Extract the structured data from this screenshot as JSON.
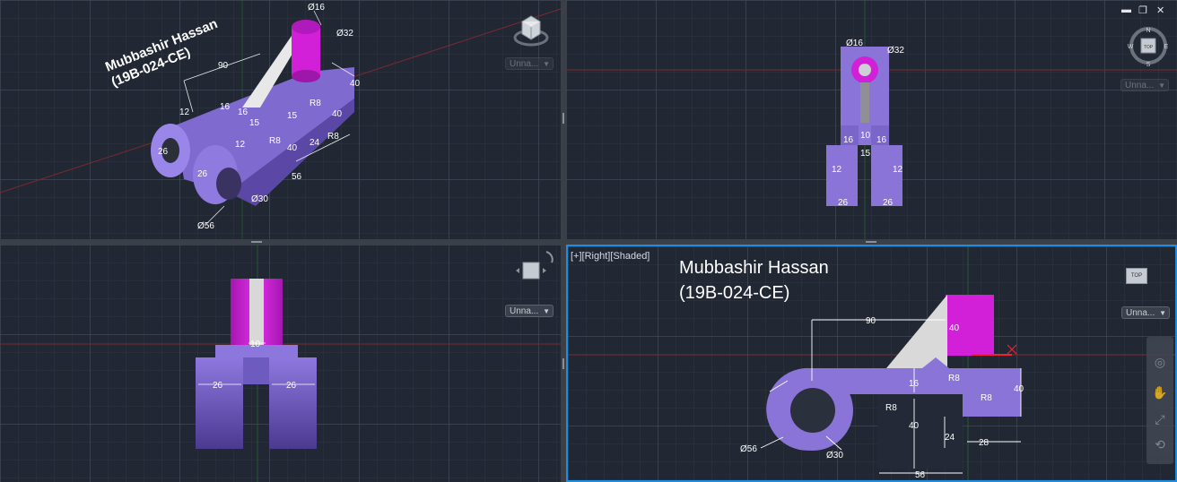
{
  "viewports": {
    "top_left": {
      "view_dropdown": "Unna...",
      "watermark_name": "Mubbashir Hassan",
      "watermark_id": "(19B-024-CE)",
      "dims": [
        "Ø16",
        "Ø32",
        "90",
        "40",
        "R8",
        "16",
        "15",
        "12",
        "R8",
        "15",
        "R8",
        "24",
        "40",
        "26",
        "26",
        "40",
        "56",
        "Ø30",
        "Ø56",
        "16",
        "12"
      ]
    },
    "top_right": {
      "view_dropdown": "Unna...",
      "compass": {
        "n": "N",
        "s": "S",
        "e": "E",
        "w": "W",
        "center": "TOP"
      },
      "dims": [
        "Ø16",
        "Ø32",
        "16",
        "16",
        "10",
        "15",
        "12",
        "12",
        "26",
        "26"
      ]
    },
    "bottom_left": {
      "view_dropdown": "Unna...",
      "dims": [
        "10",
        "26",
        "26"
      ]
    },
    "bottom_right": {
      "label": "[+][Right][Shaded]",
      "view_dropdown": "Unna...",
      "cube_label": "TOP",
      "watermark_name": "Mubbashir Hassan",
      "watermark_id": "(19B-024-CE)",
      "dims": {
        "d90": "90",
        "d40_top": "40",
        "d16": "16",
        "r8a": "R8",
        "r8b": "R8",
        "r8c": "R8",
        "d40_right": "40",
        "d40_mid": "40",
        "d24": "24",
        "d28": "28",
        "d56": "56",
        "o56": "Ø56",
        "o30": "Ø30"
      }
    }
  },
  "window_controls": {
    "minimize": "▬",
    "restore": "❐",
    "close": "✕"
  },
  "colors": {
    "solid": "#8a74d8",
    "solid_dark": "#5c49a8",
    "magenta": "#d21fd8",
    "rib": "#d9d9d9",
    "accent": "#1e8fe0"
  }
}
